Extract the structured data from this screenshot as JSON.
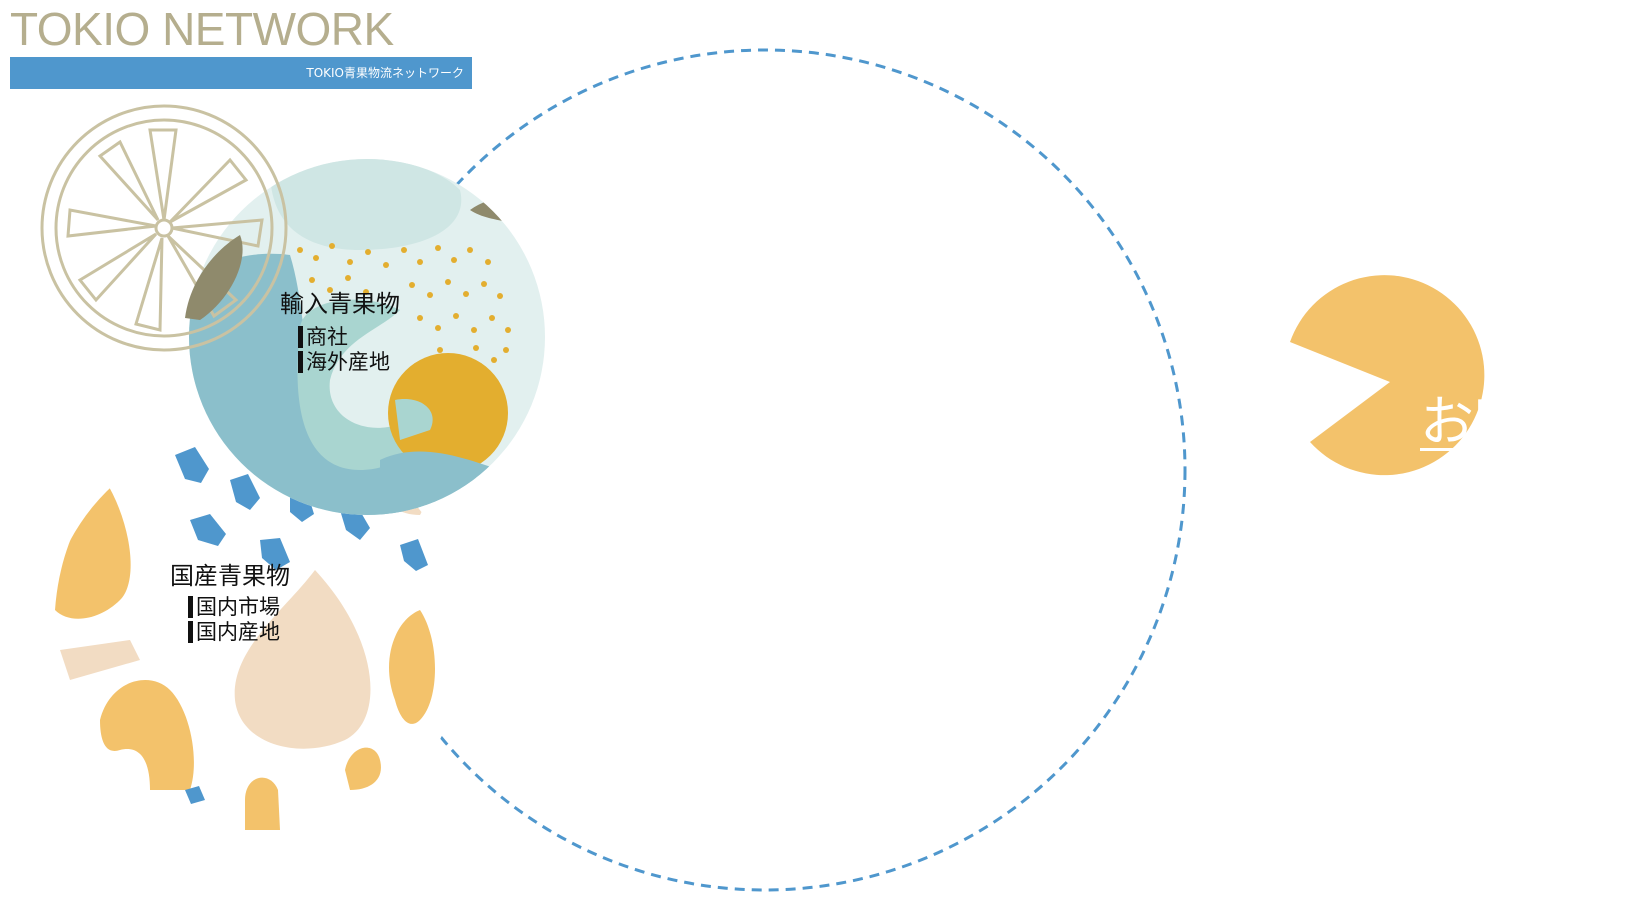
{
  "logo": {
    "title": "TOKIO NETWORK",
    "subtitle": "TOKIO青果物流ネットワーク",
    "bar_color": "#4f97cd",
    "title_color": "#b5ae8e"
  },
  "import_produce": {
    "heading": "輸入青果物",
    "items": [
      "商社",
      "海外産地"
    ]
  },
  "domestic_produce": {
    "heading": "国産青果物",
    "items": [
      "国内市場",
      "国内産地"
    ]
  },
  "pacman_button": {
    "label": "お客",
    "color": "#f3c26b"
  },
  "colors": {
    "accent_blue": "#4f97cd",
    "orange": "#f3c26b",
    "mustard": "#e3ae2f",
    "teal": "#8bbfcb",
    "mint": "#a9d5d0",
    "peach": "#f2dcc3",
    "lemon_outline": "#c9c2a2"
  },
  "icons": {
    "lemon": "lemon-slice-icon",
    "dashed_circle": "dashed-circle"
  }
}
